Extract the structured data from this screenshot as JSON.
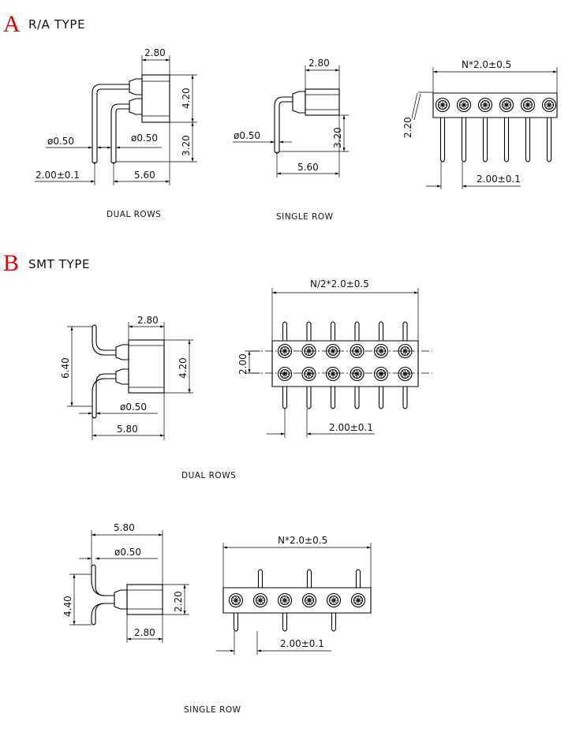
{
  "sections": {
    "a_letter": "A",
    "a_title": "R/A TYPE",
    "b_letter": "B",
    "b_title": "SMT TYPE"
  },
  "captions": {
    "ra_dual": "DUAL ROWS",
    "ra_single": "SINGLE ROW",
    "smt_dual": "DUAL ROWS",
    "smt_single": "SINGLE ROW"
  },
  "dims": {
    "ra_dual": {
      "top": "2.80",
      "height": "4.20",
      "lower": "3.20",
      "pin_l": "ø0.50",
      "pin_r": "ø0.50",
      "pitch": "2.00±0.1",
      "length": "5.60"
    },
    "ra_single": {
      "top": "2.80",
      "pin": "ø0.50",
      "height": "3.20",
      "length": "5.60"
    },
    "ra_front": {
      "total": "N*2.0±0.5",
      "side": "2.20",
      "pitch": "2.00±0.1"
    },
    "smt_dual": {
      "top": "2.80",
      "left": "6.40",
      "height": "4.20",
      "pin": "ø0.50",
      "length": "5.80"
    },
    "smt_dual_top": {
      "total": "N/2*2.0±0.5",
      "row": "2.00",
      "pitch": "2.00±0.1"
    },
    "smt_single": {
      "top": "5.80",
      "pin": "ø0.50",
      "left": "4.40",
      "height": "2.20",
      "body": "2.80"
    },
    "smt_single_top": {
      "total": "N*2.0±0.5",
      "pitch": "2.00±0.1"
    }
  },
  "colors": {
    "letter": "#e00000",
    "line": "#000000"
  }
}
